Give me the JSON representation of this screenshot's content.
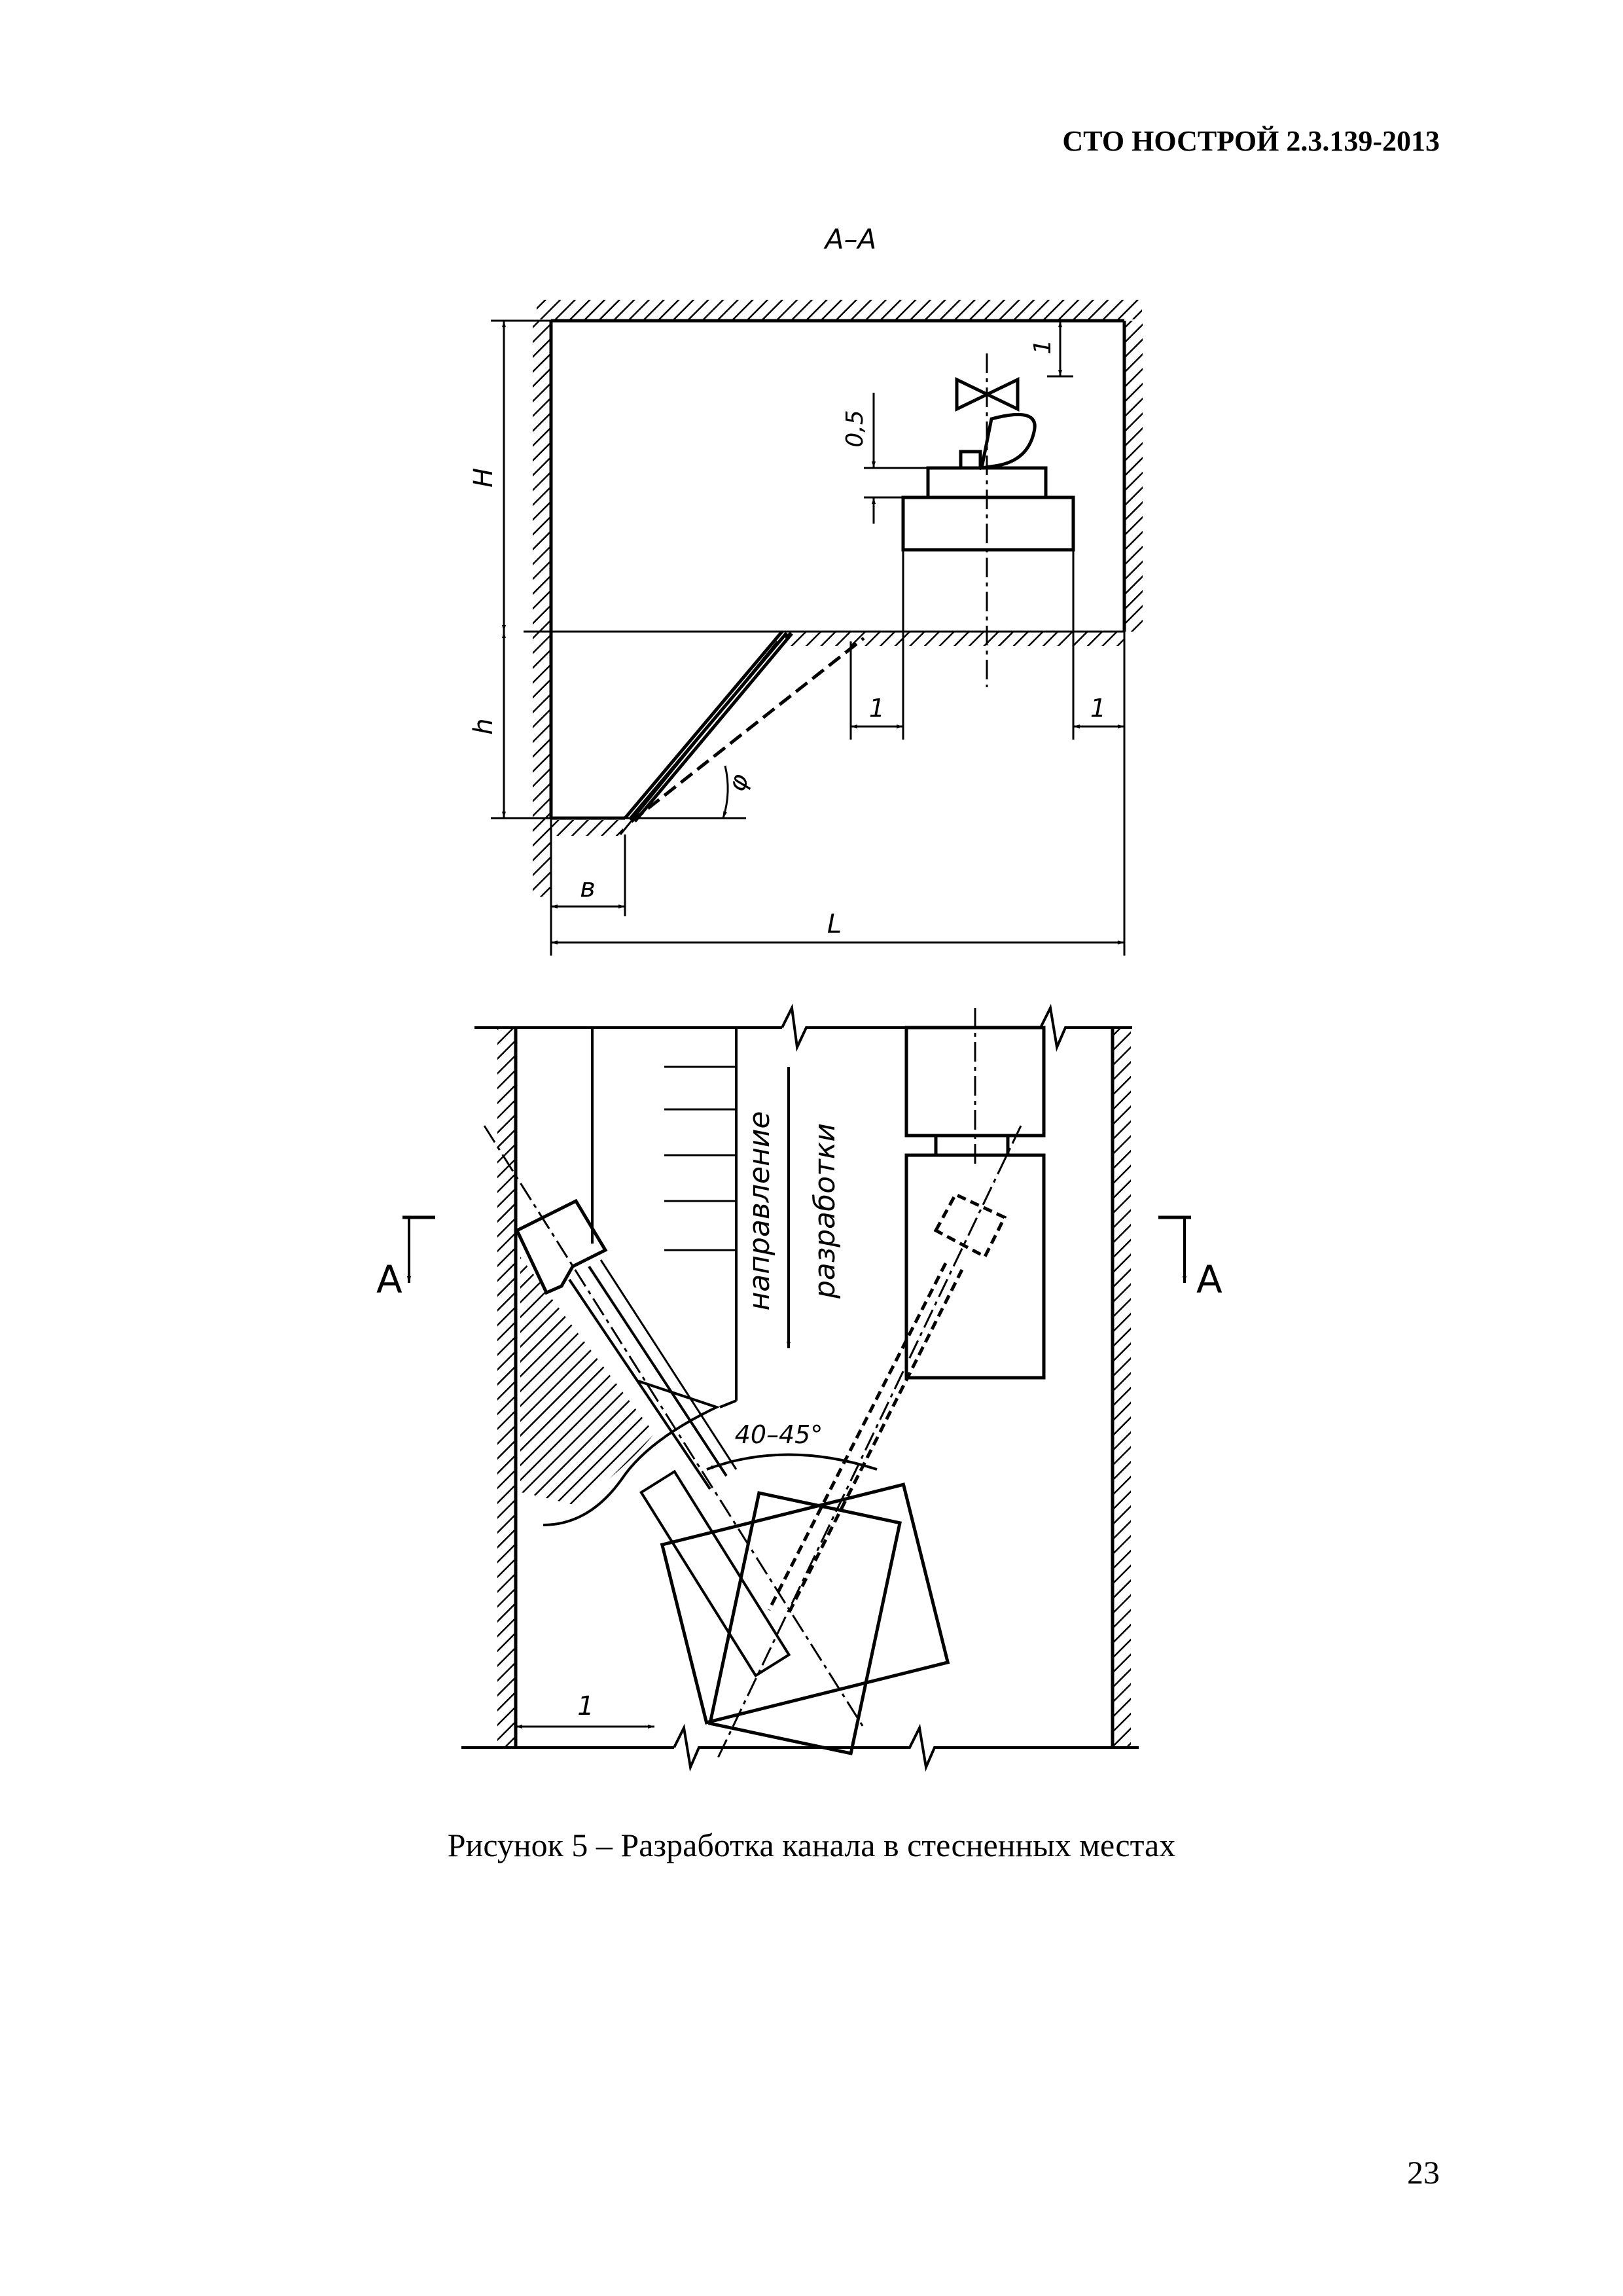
{
  "document": {
    "header": "СТО НОСТРОЙ 2.3.139-2013",
    "caption": "Рисунок 5 – Разработка канала в стесненных местах",
    "page_number": "23"
  },
  "figure": {
    "section_title": "А–А",
    "top_view": {
      "dim_H": "H",
      "dim_h": "h",
      "dim_b": "в",
      "dim_L": "L",
      "dim_1_top": "1",
      "dim_05": "0,5",
      "dim_1_left": "1",
      "dim_1_right": "1",
      "angle_phi": "φ"
    },
    "plan_view": {
      "direction_word_1": "направление",
      "direction_word_2": "разработки",
      "angle_label": "40–45°",
      "dim_1_bottom": "1",
      "section_mark_left": "А",
      "section_mark_right": "А"
    }
  }
}
